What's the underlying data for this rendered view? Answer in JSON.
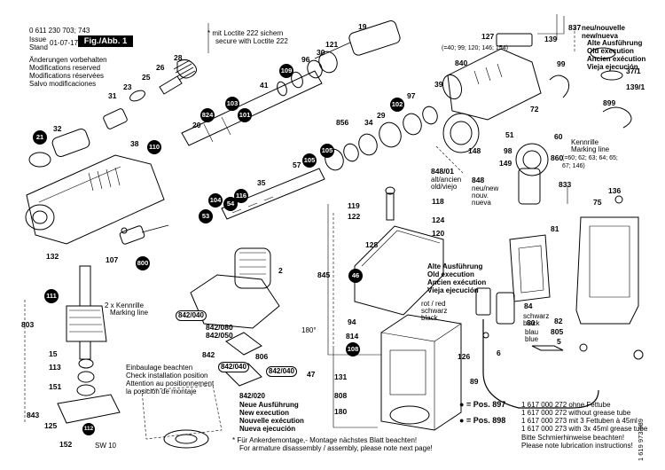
{
  "header": {
    "code": "0 611 230 703; 743",
    "issue_label": "Issue",
    "stand_label": "Stand",
    "date": "01-07-17",
    "fig": "Fig./Abb. 1",
    "notice": [
      "Änderungen vorbehalten",
      "Modifications reserved",
      "Modifications réservées",
      "Salvo modificaciones"
    ]
  },
  "loctite": [
    "mit Loctite 222 sichern",
    "secure with Loctite 222"
  ],
  "new_label": [
    "neu/nouvelle",
    "new/nueva"
  ],
  "old_exec": [
    "Alte Ausführung",
    "Old execution",
    "Ancien exécution",
    "Vieja ejecución"
  ],
  "old_exec2": [
    "Alte Ausführung",
    "Old execution",
    "Ancien exécution",
    "Vieja ejecución"
  ],
  "new_exec": [
    "Neue Ausführung",
    "New execution",
    "Nouvelle exécution",
    "Nueva ejecución"
  ],
  "variants_840": "(=40; 99; 120; 146; 154)",
  "variants_860": "(=60; 62; 63; 64; 65; 67; 146)",
  "kennrille": [
    "Kennrille",
    "Marking line"
  ],
  "kennrille2": [
    "2 x Kennrille",
    "Marking line"
  ],
  "alt_neu": [
    "alt/ancien",
    "old/viejo"
  ],
  "neu_new": [
    "neu/new",
    "nouv.",
    "nueva"
  ],
  "install_notice": [
    "Einbaulage beachten",
    "Check installation position",
    "Attention au positionnement",
    "la posición de montaje"
  ],
  "wire_colors": [
    "rot / red",
    "schwarz",
    "black"
  ],
  "wire_colors2": [
    "schwarz",
    "black",
    "blau",
    "blue"
  ],
  "anchor_note": [
    "Für Ankerdemontage,- Montage nächstes Blatt beachten!",
    "For armature disassembly / assembly, please note next page!"
  ],
  "grease": [
    {
      "pos": "= Pos. 897",
      "lines": [
        "1 617 000 272 ohne Fettube",
        "1 617 000 272 without grease tube"
      ]
    },
    {
      "pos": "= Pos. 898",
      "lines": [
        "1 617 000 273 mit 3 Fettuben à 45ml",
        "1 617 000 273 with 3x 45ml grease tube"
      ]
    }
  ],
  "lub_note": [
    "Bitte Schmierhinweise beachten!",
    "Please note lubrication instructions!"
  ],
  "doc_id": "1 619 973 089",
  "sw": "SW 10",
  "angle": "180°",
  "badges": [
    {
      "n": "21"
    },
    {
      "n": "110"
    },
    {
      "n": "824"
    },
    {
      "n": "103"
    },
    {
      "n": "101"
    },
    {
      "n": "109"
    },
    {
      "n": "105"
    },
    {
      "n": "105"
    },
    {
      "n": "116"
    },
    {
      "n": "104"
    },
    {
      "n": "54"
    },
    {
      "n": "53"
    },
    {
      "n": "800"
    },
    {
      "n": "111"
    },
    {
      "n": "112"
    },
    {
      "n": "46"
    },
    {
      "n": "108"
    },
    {
      "n": "102"
    }
  ],
  "ovals": [
    "842/040",
    "842/040",
    "842/040",
    "842/020"
  ],
  "part_numbers": [
    "837",
    "127",
    "139",
    "840",
    "99",
    "37/1",
    "139/1",
    "72",
    "899",
    "60",
    "98",
    "149",
    "860",
    "833",
    "136",
    "848/01",
    "848",
    "148",
    "51",
    "856",
    "34",
    "29",
    "97",
    "39",
    "121",
    "19",
    "96",
    "30",
    "31",
    "23",
    "25",
    "26",
    "28",
    "32",
    "38",
    "20",
    "41",
    "57",
    "35",
    "119",
    "122",
    "118",
    "128",
    "124",
    "120",
    "2",
    "845",
    "94",
    "814",
    "126",
    "131",
    "808",
    "180",
    "89",
    "75",
    "81",
    "82",
    "80",
    "84",
    "6",
    "805",
    "5",
    "15",
    "113",
    "151",
    "843",
    "125",
    "152",
    "803",
    "107",
    "132",
    "806",
    "47",
    "842",
    "842/080",
    "842/050"
  ]
}
